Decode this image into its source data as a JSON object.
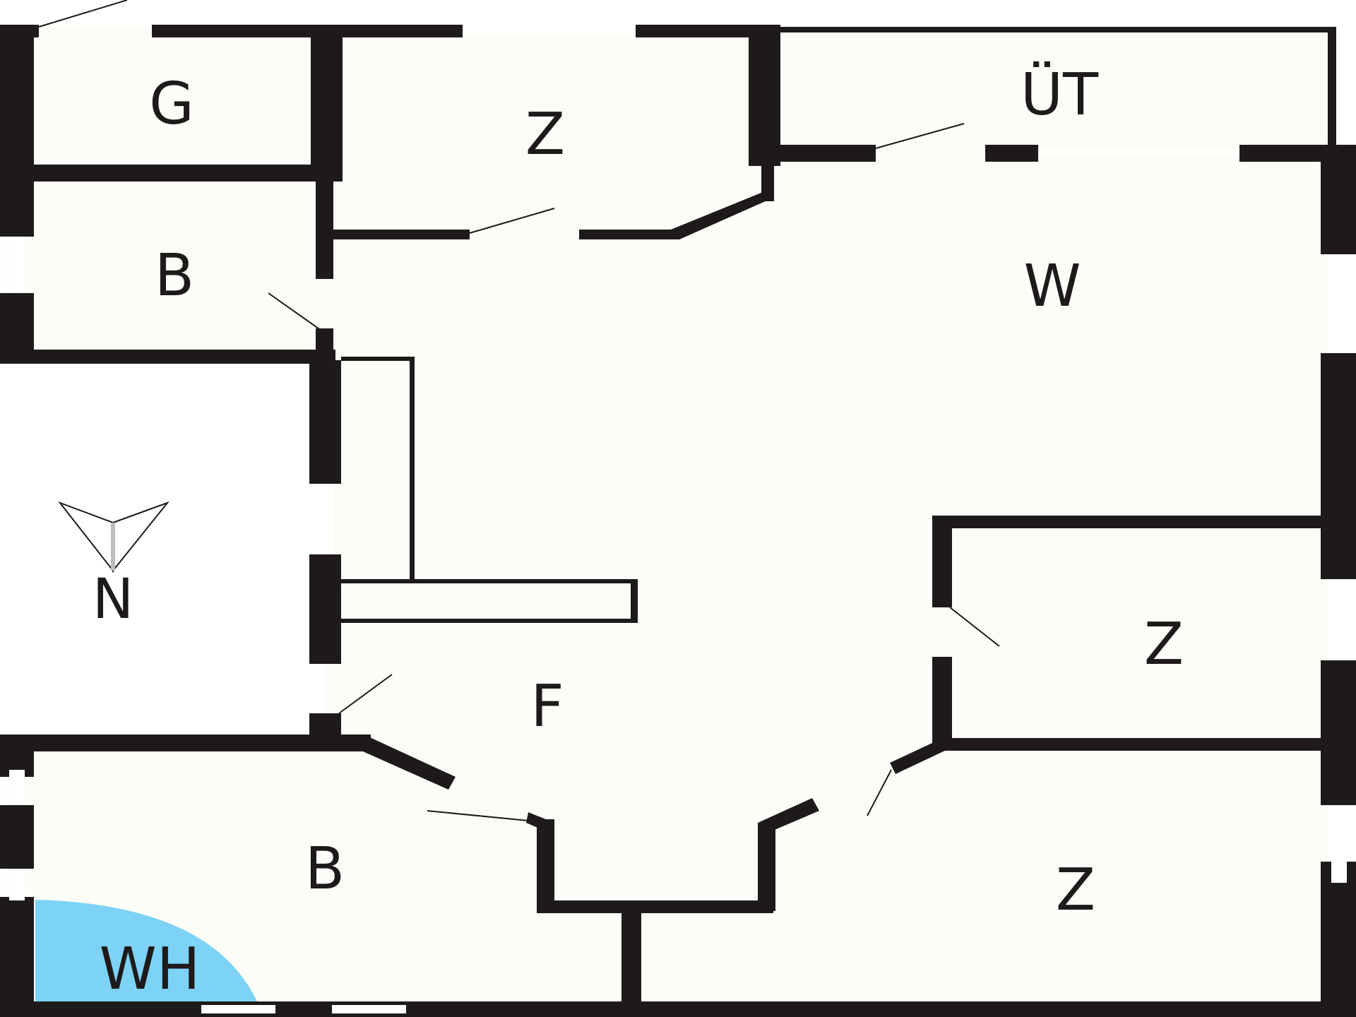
{
  "colors": {
    "floor": "#fdfdf8",
    "wall": "#1e1a1b",
    "opening": "#ffffff",
    "hot_tub": "#7dd3f5",
    "outside": "#ffffff"
  },
  "rooms": [
    {
      "id": "g-top-left",
      "label": "G"
    },
    {
      "id": "z-top-middle",
      "label": "Z"
    },
    {
      "id": "ut-top-right",
      "label": "ÜT"
    },
    {
      "id": "b-upper-left",
      "label": "B"
    },
    {
      "id": "w-living",
      "label": "W"
    },
    {
      "id": "z-right-middle",
      "label": "Z"
    },
    {
      "id": "f-hall",
      "label": "F"
    },
    {
      "id": "b-lower-left",
      "label": "B"
    },
    {
      "id": "z-lower-right",
      "label": "Z"
    },
    {
      "id": "wh-hot-tub",
      "label": "WH"
    }
  ],
  "compass": {
    "label": "N",
    "icon": "north-arrow-icon"
  }
}
